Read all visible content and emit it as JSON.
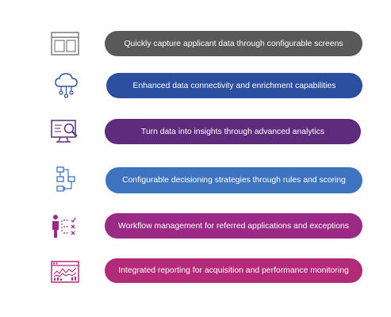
{
  "features": [
    {
      "label": "Quickly capture applicant data through configurable screens",
      "color": "#595959",
      "icon": "screen-layout-icon",
      "icon_color": "#7a7a7a"
    },
    {
      "label": "Enhanced data connectivity and enrichment capabilities",
      "color": "#2d4fa0",
      "icon": "cloud-network-icon",
      "icon_color": "#2d4fa0"
    },
    {
      "label": "Turn data into insights through advanced analytics",
      "color": "#5f2b7d",
      "icon": "monitor-analytics-icon",
      "icon_color": "#5f2b7d"
    },
    {
      "label": "Configurable decisioning strategies through rules and scoring",
      "color": "#3d73bf",
      "icon": "flowchart-icon",
      "icon_color": "#3d73bf"
    },
    {
      "label": "Workflow management for  referred applications and exceptions",
      "color": "#9b2a86",
      "icon": "person-checklist-icon",
      "icon_color": "#9b2a86"
    },
    {
      "label": "Integrated reporting for acquisition and performance monitoring",
      "color": "#b32a78",
      "icon": "report-dashboard-icon",
      "icon_color": "#b32a78"
    }
  ]
}
